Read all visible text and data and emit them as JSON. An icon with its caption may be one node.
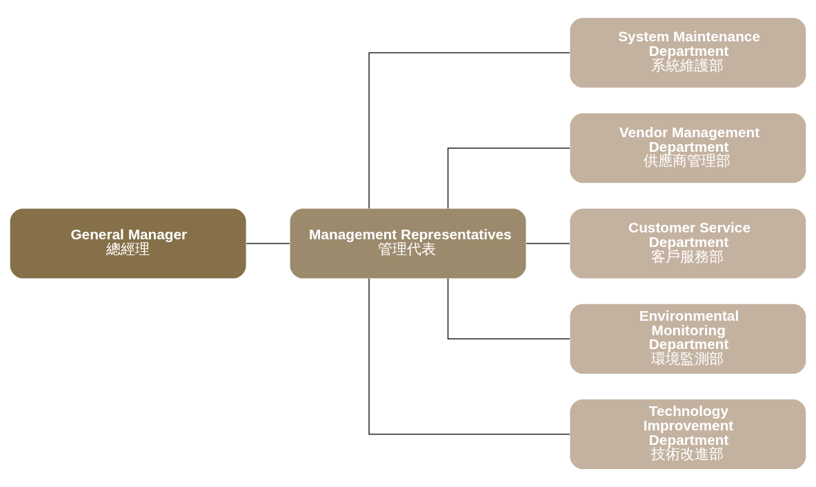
{
  "diagram": {
    "nodes": [
      {
        "text": [
          "General Manager",
          "總經理"
        ]
      },
      {
        "text": [
          "Management Representatives",
          "管理代表"
        ]
      },
      {
        "text": [
          "System Maintenance Department",
          "系統維護部"
        ]
      },
      {
        "text": [
          "Vendor Management Department",
          "供應商管理部"
        ]
      },
      {
        "text": [
          "Customer Service Department",
          "客戶服務部"
        ]
      },
      {
        "text": [
          "Environmental Monitoring Department",
          "環境監測部"
        ]
      },
      {
        "text": [
          "Technology Improvement Department",
          "技術改進部"
        ]
      }
    ],
    "edges": [
      {
        "from": 0,
        "to": 1,
        "arrow": "none"
      },
      {
        "from": 1,
        "to": 2,
        "arrow": "none"
      },
      {
        "from": 1,
        "to": 3,
        "arrow": "none"
      },
      {
        "from": 1,
        "to": 4,
        "arrow": "none"
      },
      {
        "from": 1,
        "to": 5,
        "arrow": "none"
      },
      {
        "from": 1,
        "to": 6,
        "arrow": "none"
      }
    ]
  }
}
